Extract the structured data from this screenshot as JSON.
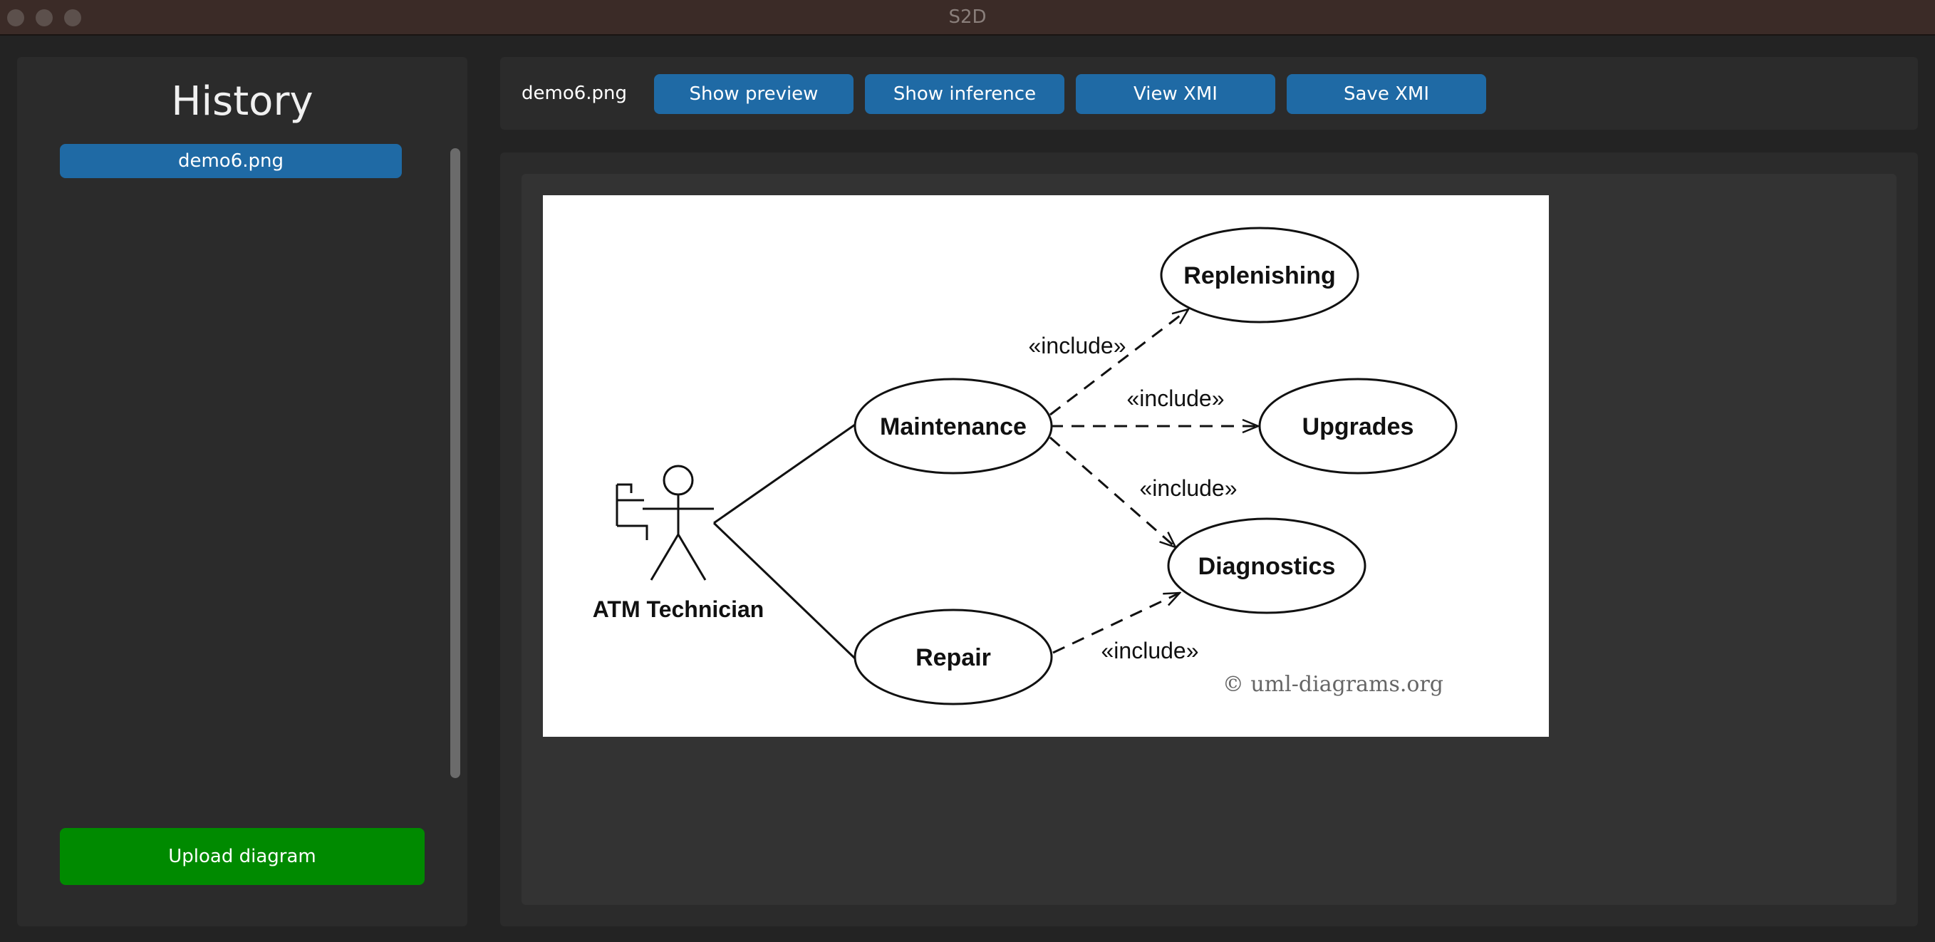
{
  "window": {
    "title": "S2D"
  },
  "sidebar": {
    "title": "History",
    "items": [
      {
        "label": "demo6.png"
      }
    ],
    "upload_label": "Upload diagram"
  },
  "toolbar": {
    "filename": "demo6.png",
    "buttons": {
      "show_preview": "Show preview",
      "show_inference": "Show inference",
      "view_xmi": "View XMI",
      "save_xmi": "Save XMI"
    }
  },
  "diagram": {
    "actor": "ATM Technician",
    "use_cases": {
      "replenishing": "Replenishing",
      "maintenance": "Maintenance",
      "upgrades": "Upgrades",
      "diagnostics": "Diagnostics",
      "repair": "Repair"
    },
    "relations": {
      "maint_replenishing": "«include»",
      "maint_upgrades": "«include»",
      "maint_diagnostics": "«include»",
      "repair_diagnostics": "«include»"
    },
    "watermark": "© uml-diagrams.org"
  },
  "colors": {
    "accent_blue": "#1f6aa5",
    "upload_green": "#008a00",
    "panel_bg": "#2b2b2b",
    "titlebar_bg": "#3b2b27"
  }
}
